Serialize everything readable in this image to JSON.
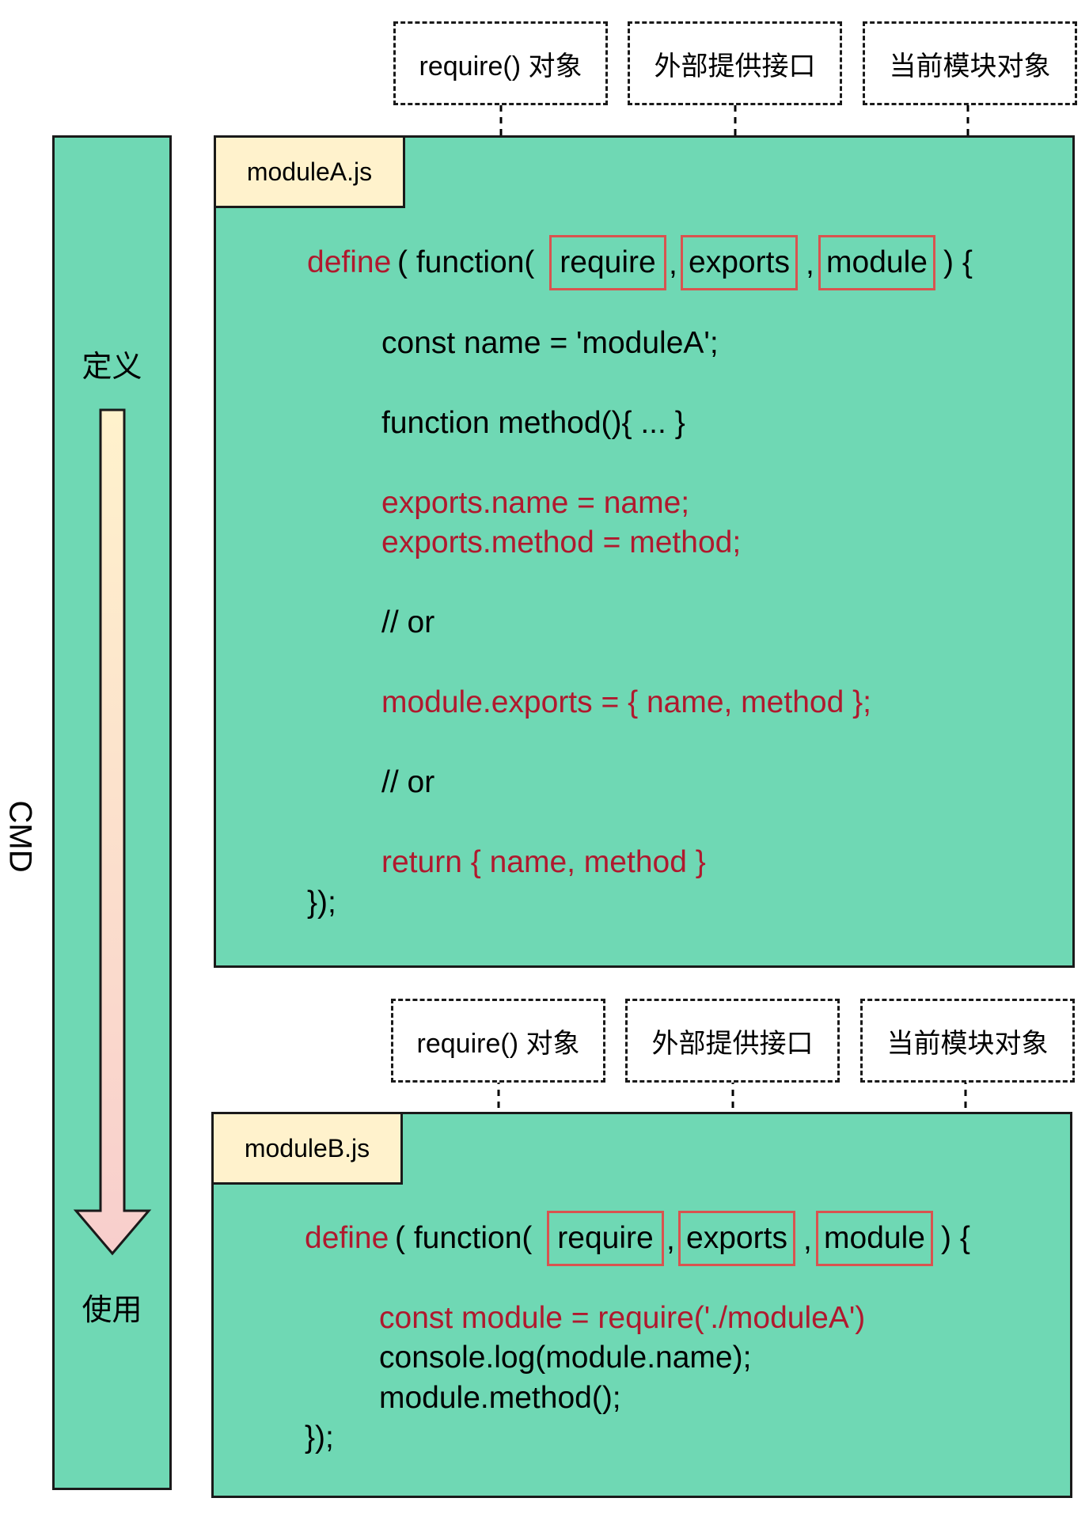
{
  "timeline": {
    "side_label": "CMD",
    "start_label": "定义",
    "end_label": "使用"
  },
  "moduleA": {
    "file_name": "moduleA.js",
    "labels": {
      "require": "require() 对象",
      "exports": "外部提供接口",
      "module": "当前模块对象"
    },
    "params": {
      "require": "require",
      "exports": "exports",
      "module": "module"
    },
    "line_define": "define",
    "line_function": "( function(",
    "line_close_paren": ") {",
    "comma": ",",
    "body": {
      "l1": "const name = 'moduleA';",
      "l2": "function method(){ ... }",
      "l3": "exports.name = name;",
      "l4": "exports.method = method;",
      "l5": "// or",
      "l6": "module.exports = { name, method };",
      "l7": "// or",
      "l8": "return { name, method }",
      "end": "});"
    }
  },
  "moduleB": {
    "file_name": "moduleB.js",
    "labels": {
      "require": "require() 对象",
      "exports": "外部提供接口",
      "module": "当前模块对象"
    },
    "params": {
      "require": "require",
      "exports": "exports",
      "module": "module"
    },
    "line_define": "define",
    "line_function": "( function(",
    "line_close_paren": ") {",
    "comma": ",",
    "body": {
      "l1": "const module = require('./moduleA')",
      "l2": "console.log(module.name);",
      "l3": "module.method();",
      "end": "});"
    }
  },
  "colors": {
    "panel_fill": "#6fd8b4",
    "tag_fill": "#fff2cc",
    "keyword_red": "#b0192e",
    "param_box": "#d9534f",
    "arrow_gradient_top": "#fff2cc",
    "arrow_gradient_bottom": "#f8cecc"
  }
}
